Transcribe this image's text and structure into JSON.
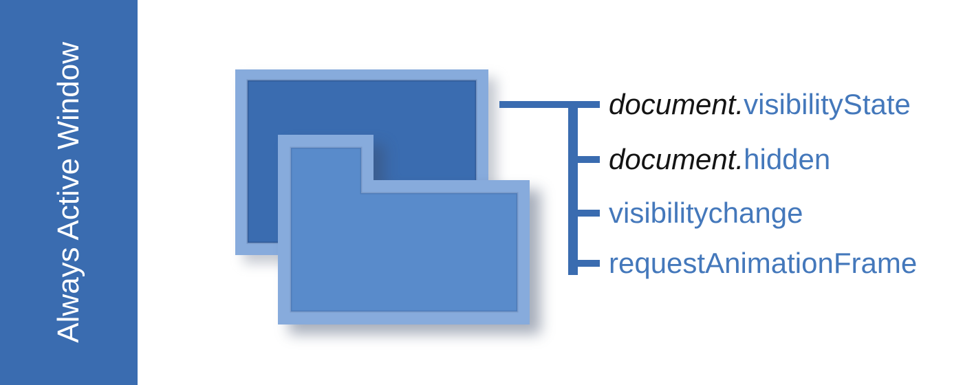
{
  "sidebar": {
    "label": "Always Active Window"
  },
  "diagram": {
    "branches": [
      {
        "prefix": "document.",
        "name": "visibilityState"
      },
      {
        "prefix": "document.",
        "name": "hidden"
      },
      {
        "prefix": "",
        "name": "visibilitychange"
      },
      {
        "prefix": "",
        "name": "requestAnimationFrame"
      }
    ]
  },
  "colors": {
    "page_bg": "#ffffff",
    "sidebar_bg": "#3a6cb0",
    "sidebar_text": "#ffffff",
    "window_border_light": "#87abdc",
    "back_window_fill": "#3a6cb0",
    "front_window_fill": "#598bcb",
    "connector": "#3a6cb0",
    "text_blue": "#4478bb",
    "text_black": "#141414"
  }
}
